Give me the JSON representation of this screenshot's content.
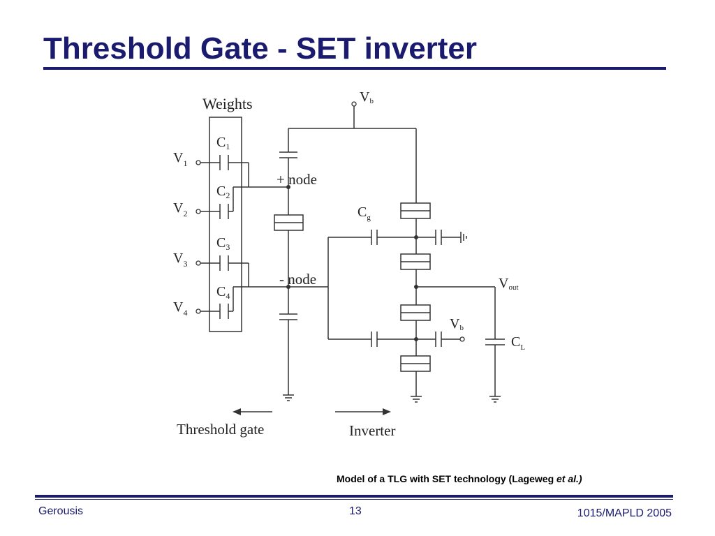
{
  "slide": {
    "title": "Threshold Gate - SET inverter",
    "caption_main": "Model of a TLG with SET technology (Lageweg ",
    "caption_italic": "et al.)"
  },
  "diagram": {
    "weights_label": "Weights",
    "inputs": [
      {
        "v": "V",
        "v_sub": "1",
        "c": "C",
        "c_sub": "1"
      },
      {
        "v": "V",
        "v_sub": "2",
        "c": "C",
        "c_sub": "2"
      },
      {
        "v": "V",
        "v_sub": "3",
        "c": "C",
        "c_sub": "3"
      },
      {
        "v": "V",
        "v_sub": "4",
        "c": "C",
        "c_sub": "4"
      }
    ],
    "vb_top": {
      "main": "V",
      "sub": "b"
    },
    "plus_node": "+ node",
    "minus_node": "- node",
    "cg": {
      "main": "C",
      "sub": "g"
    },
    "vout": {
      "main": "V",
      "sub": "out"
    },
    "vb_right": {
      "main": "V",
      "sub": "b"
    },
    "cl": {
      "main": "C",
      "sub": "L"
    },
    "threshold_gate": "Threshold gate",
    "inverter": "Inverter"
  },
  "footer": {
    "left": "Gerousis",
    "page": "13",
    "right": "1015/MAPLD 2005"
  },
  "colors": {
    "title": "#1a1a6e",
    "lines": "#333333"
  }
}
